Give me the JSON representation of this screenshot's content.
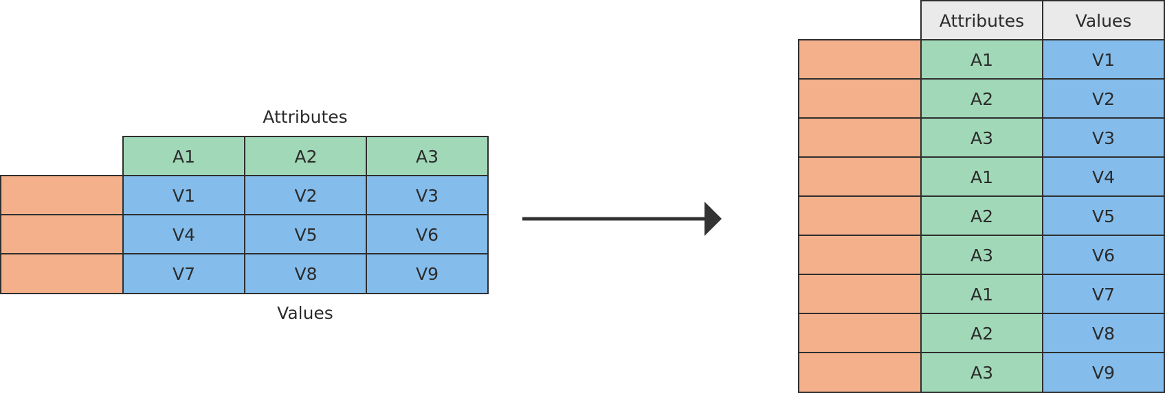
{
  "colors": {
    "id_cell": "#f4b08a",
    "attribute_cell": "#a1d9b8",
    "value_cell": "#84bdec",
    "header_cell": "#eaeaea",
    "border": "#2e2e2e",
    "arrow": "#333333"
  },
  "wide_table": {
    "attributes_label": "Attributes",
    "values_label": "Values",
    "attribute_headers": [
      "A1",
      "A2",
      "A3"
    ],
    "rows": [
      [
        "V1",
        "V2",
        "V3"
      ],
      [
        "V4",
        "V5",
        "V6"
      ],
      [
        "V7",
        "V8",
        "V9"
      ]
    ]
  },
  "long_table": {
    "attributes_header": "Attributes",
    "values_header": "Values",
    "rows": [
      {
        "attribute": "A1",
        "value": "V1"
      },
      {
        "attribute": "A2",
        "value": "V2"
      },
      {
        "attribute": "A3",
        "value": "V3"
      },
      {
        "attribute": "A1",
        "value": "V4"
      },
      {
        "attribute": "A2",
        "value": "V5"
      },
      {
        "attribute": "A3",
        "value": "V6"
      },
      {
        "attribute": "A1",
        "value": "V7"
      },
      {
        "attribute": "A2",
        "value": "V8"
      },
      {
        "attribute": "A3",
        "value": "V9"
      }
    ]
  }
}
